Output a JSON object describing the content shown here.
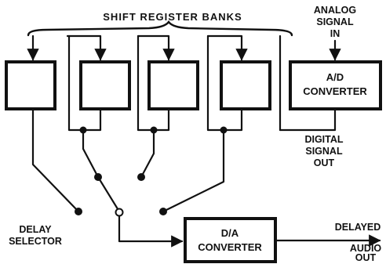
{
  "title": "SHIFT REGISTER BANKS",
  "analog_in": [
    "ANALOG",
    "SIGNAL",
    "IN"
  ],
  "ad_converter": [
    "A/D",
    "CONVERTER"
  ],
  "da_converter": [
    "D/A",
    "CONVERTER"
  ],
  "digital_out": [
    "DIGITAL",
    "SIGNAL",
    "OUT"
  ],
  "delay_selector": [
    "DELAY",
    "SELECTOR"
  ],
  "delayed_audio_out": [
    "DELAYED",
    "AUDIO",
    "OUT"
  ],
  "colors": {
    "ink": "#111111",
    "paper": "#ffffff"
  }
}
